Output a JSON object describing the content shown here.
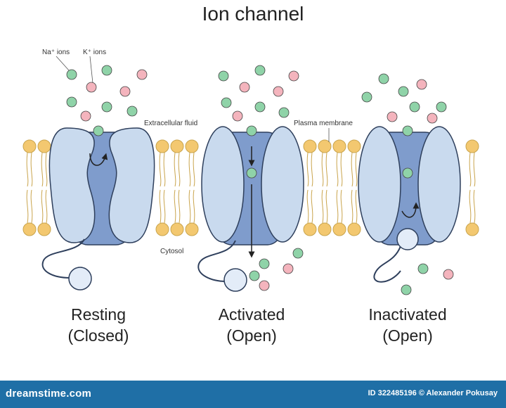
{
  "title": "Ion channel",
  "labels": {
    "na_ions": "Na⁺ ions",
    "k_ions": "K⁺ ions",
    "extracellular": "Extracellular fluid",
    "plasma_membrane": "Plasma membrane",
    "cytosol": "Cytosol"
  },
  "states": [
    {
      "name": "Resting",
      "sub": "(Closed)"
    },
    {
      "name": "Activated",
      "sub": "(Open)"
    },
    {
      "name": "Inactivated",
      "sub": "(Open)"
    }
  ],
  "footer": {
    "brand": "dreamstime.com",
    "credit": "ID 322485196 © Alexander Pokusay"
  },
  "colors": {
    "protein_light": "#c9daee",
    "protein_dark": "#7f9ccc",
    "lipid_head": "#f3c870",
    "na_ion": "#8fd3a8",
    "k_ion": "#f4b4bd",
    "footer": "#1f6fa6"
  }
}
